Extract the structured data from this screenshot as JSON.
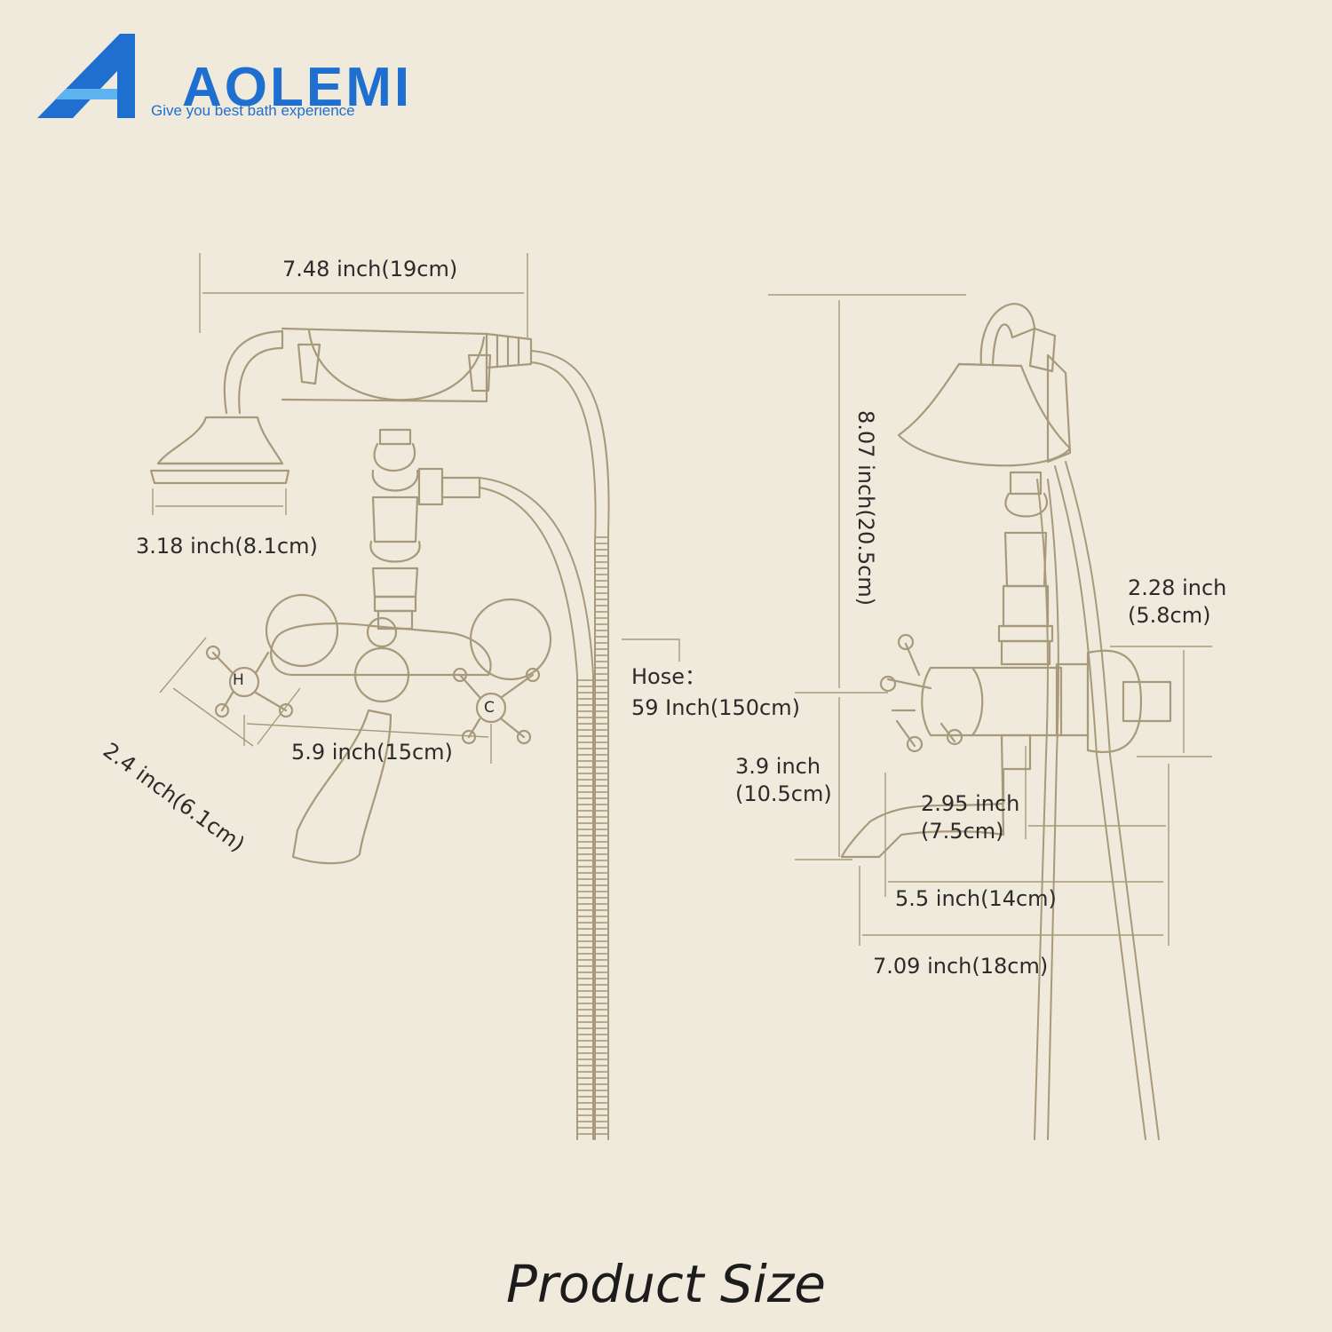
{
  "brand": {
    "name": "AOLEMI",
    "tagline": "Give you best bath experience",
    "color": "#1f6fd0"
  },
  "colors": {
    "background": "#efeadc",
    "line": "#a8997a",
    "text": "#2b2b2b"
  },
  "front_view": {
    "handshower_length": "7.48 inch(19cm)",
    "shower_head_diameter": "3.18 inch(8.1cm)",
    "handle_width": "2.4 inch(6.1cm)",
    "center_spacing": "5.9 inch(15cm)",
    "hose_label": "Hose：",
    "hose_length": "59 Inch(150cm)",
    "hot_mark": "H",
    "cold_mark": "C"
  },
  "side_view": {
    "total_height": "8.07 inch(20.5cm)",
    "flange_diameter_line1": "2.28 inch",
    "flange_diameter_line2": "(5.8cm)",
    "spout_height_line1": "3.9 inch",
    "spout_height_line2": "(10.5cm)",
    "depth_line1": "2.95 inch",
    "depth_line2": "(7.5cm)",
    "spout_reach": "5.5 inch(14cm)",
    "total_depth": "7.09 inch(18cm)"
  },
  "footer": {
    "title": "Product Size"
  }
}
